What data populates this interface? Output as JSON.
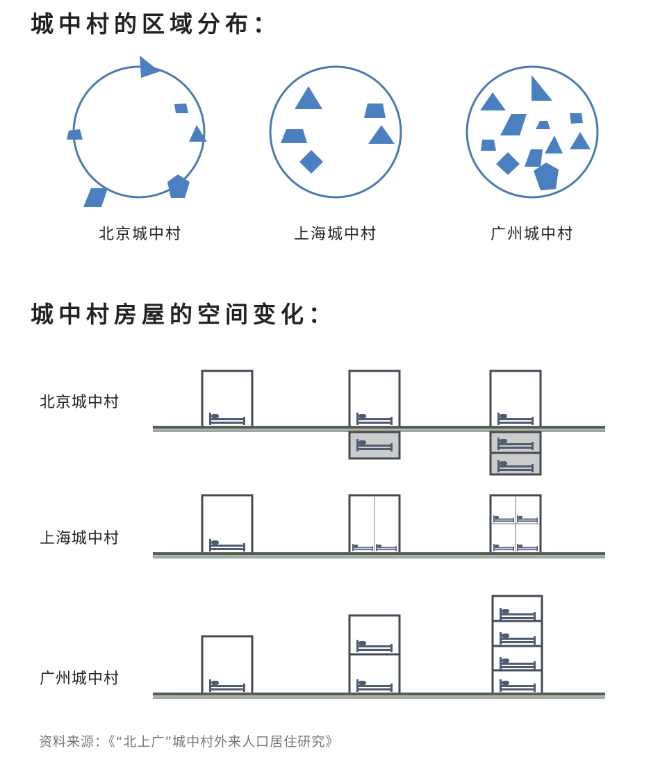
{
  "sections": {
    "distribution_title": "城中村的区域分布：",
    "space_title": "城中村房屋的空间变化："
  },
  "distribution": {
    "beijing": "北京城中村",
    "shanghai": "上海城中村",
    "guangzhou": "广州城中村"
  },
  "space_rows": {
    "beijing": "北京城中村",
    "shanghai": "上海城中村",
    "guangzhou": "广州城中村"
  },
  "source": "资料来源：《“北上广”城中村外来人口居住研究》",
  "colors": {
    "shape_blue": "#4a80c0",
    "circle_stroke": "#4a78b4",
    "house_stroke": "#434a54",
    "bed": "#4d5c70",
    "basement_fill": "#cccccc",
    "ground_dark": "#545b65",
    "ground_stripe": "#c8b878",
    "ground_light": "#8faab8"
  }
}
